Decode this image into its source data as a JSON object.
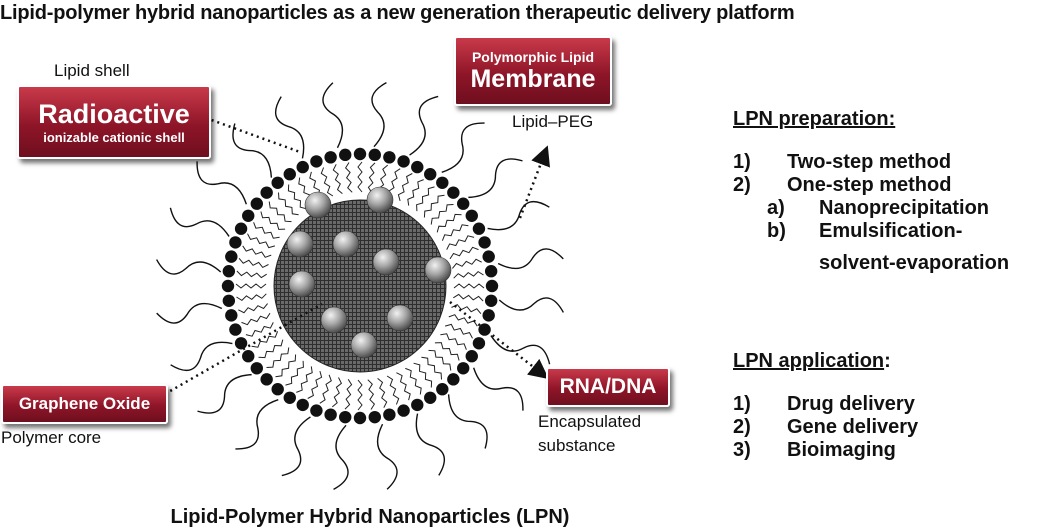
{
  "title": "Lipid-polymer hybrid nanoparticles as a new generation therapeutic delivery platform",
  "diagram": {
    "labels": {
      "lipid_shell": "Lipid shell",
      "lipid_peg": "Lipid–PEG",
      "polymer_core": "Polymer core",
      "encapsulated_line1": "Encapsulated",
      "encapsulated_line2": "substance"
    },
    "boxes": {
      "radioactive_title": "Radioactive",
      "radioactive_sub": "ionizable cationic shell",
      "membrane_top": "Polymorphic Lipid",
      "membrane_main": "Membrane",
      "graphene": "Graphene Oxide",
      "rna": "RNA/DNA"
    },
    "caption": "Lipid-Polymer Hybrid Nanoparticles (LPN)",
    "colors": {
      "box_red": "#8e1528",
      "core_gray": "#5a5a5a",
      "head_black": "#111111"
    }
  },
  "panel": {
    "preparation": {
      "heading": "LPN preparation:",
      "items": [
        {
          "num": "1)",
          "text": "Two-step method"
        },
        {
          "num": "2)",
          "text": "One-step method"
        }
      ],
      "subitems": [
        {
          "num": "a)",
          "text": "Nanoprecipitation"
        },
        {
          "num": "b)",
          "text": "Emulsification-",
          "text2": "solvent-evaporation"
        }
      ]
    },
    "application": {
      "heading": "LPN application",
      "heading_suffix": ":",
      "items": [
        {
          "num": "1)",
          "text": "Drug delivery"
        },
        {
          "num": "2)",
          "text": "Gene delivery"
        },
        {
          "num": "3)",
          "text": "Bioimaging"
        }
      ]
    }
  }
}
